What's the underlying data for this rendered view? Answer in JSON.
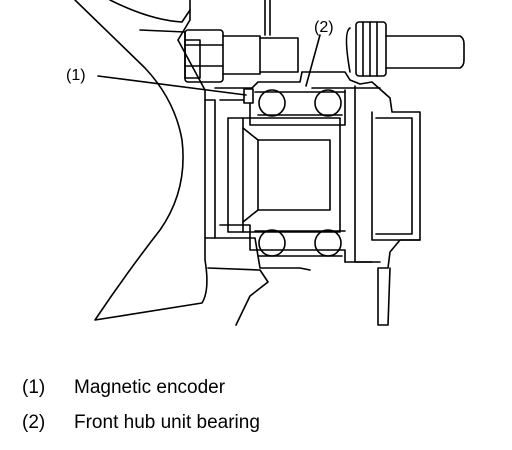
{
  "callouts": [
    {
      "id": "1",
      "label": "(1)"
    },
    {
      "id": "2",
      "label": "(2)"
    }
  ],
  "legend": [
    {
      "num": "(1)",
      "text": "Magnetic encoder"
    },
    {
      "num": "(2)",
      "text": "Front hub unit bearing"
    }
  ]
}
